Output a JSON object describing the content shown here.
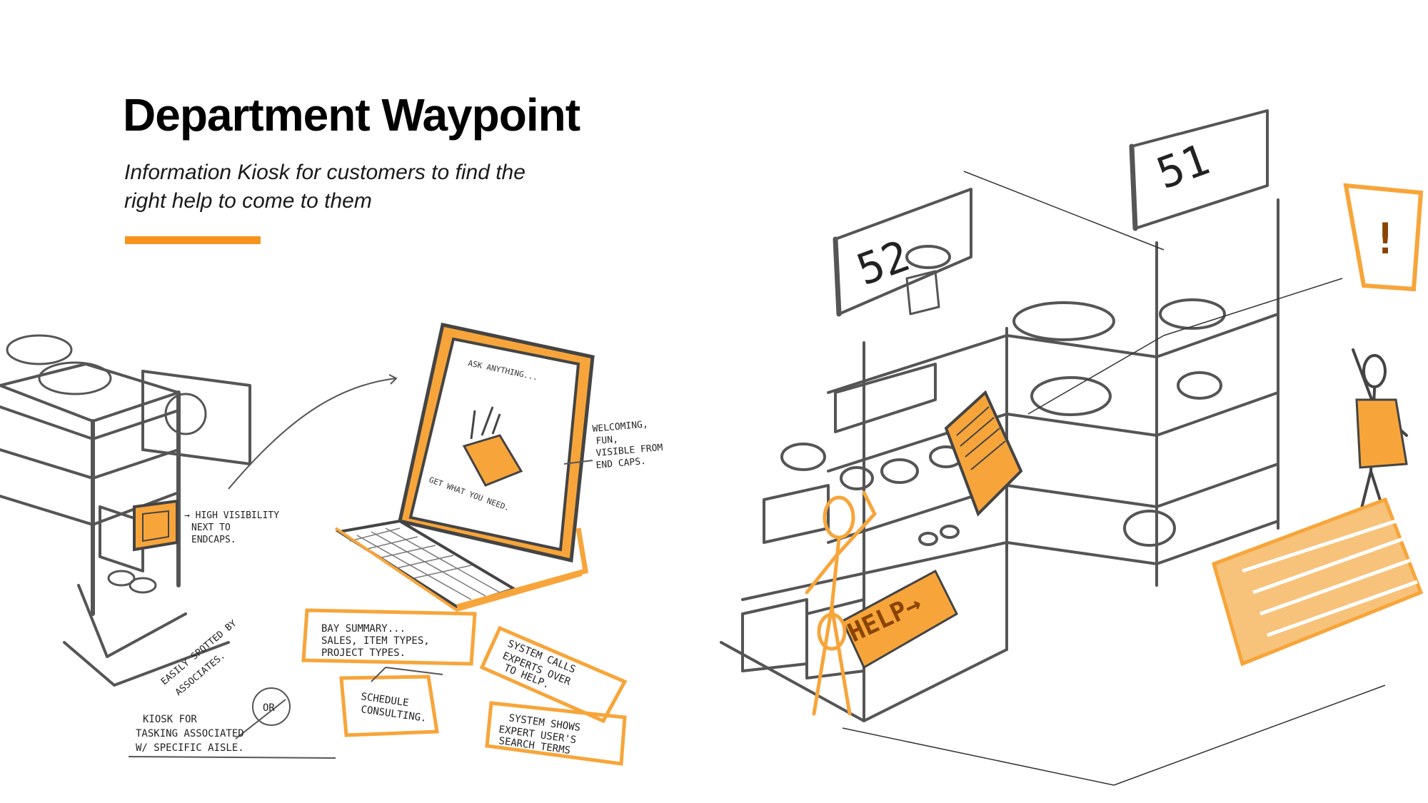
{
  "slide": {
    "title": "Department Waypoint",
    "subtitle_line1": "Information Kiosk for customers to find the",
    "subtitle_line2": "right help to come to them",
    "accent_color": "#F7941D"
  },
  "sketch_left": {
    "note_high_visibility_1": "→ HIGH VISIBILITY",
    "note_high_visibility_2": "NEXT TO",
    "note_high_visibility_3": "ENDCAPS.",
    "note_easily_spotted_1": "EASILY SPOTTED BY",
    "note_easily_spotted_2": "ASSOCIATES.",
    "screen_ask": "ASK ANYTHING...",
    "screen_get": "GET WHAT YOU NEED.",
    "note_welcoming_1": "WELCOMING,",
    "note_welcoming_2": "FUN,",
    "note_welcoming_3": "VISIBLE FROM",
    "note_welcoming_4": "END CAPS.",
    "box_bay_1": "BAY SUMMARY...",
    "box_bay_2": "SALES, ITEM TYPES,",
    "box_bay_3": "PROJECT TYPES.",
    "box_system_calls_1": "SYSTEM CALLS",
    "box_system_calls_2": "EXPERTS OVER",
    "box_system_calls_3": "TO HELP.",
    "box_schedule_1": "SCHEDULE",
    "box_schedule_2": "CONSULTING.",
    "box_system_shows_1": "SYSTEM SHOWS",
    "box_system_shows_2": "EXPERT USER'S",
    "box_system_shows_3": "SEARCH TERMS",
    "or_label": "OR",
    "note_kiosk_1": "KIOSK FOR",
    "note_kiosk_2": "TASKING ASSOCIATED",
    "note_kiosk_3": "W/ SPECIFIC AISLE."
  },
  "sketch_right": {
    "aisle_52": "52",
    "aisle_51": "51",
    "help_sign": "HELP→",
    "alert_glyph": "!"
  }
}
